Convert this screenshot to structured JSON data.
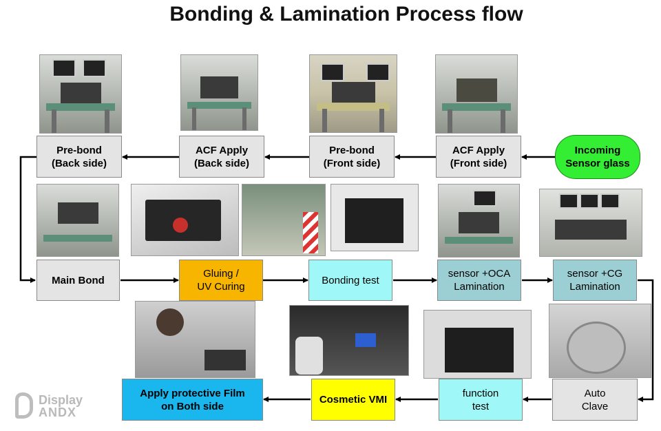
{
  "title": "Bonding & Lamination Process flow",
  "colors": {
    "gray": "#e4e4e4",
    "green": "#33ee33",
    "orange": "#f7b500",
    "cyan": "#9ff7f7",
    "teal": "#9bcfd3",
    "yellow": "#ffff00",
    "blue": "#1ab6ee"
  },
  "steps": {
    "incoming": "Incoming\nSensor glass",
    "acf_front": "ACF Apply\n(Front side)",
    "prebond_front": "Pre-bond\n(Front side)",
    "acf_back": "ACF Apply\n(Back side)",
    "prebond_back": "Pre-bond\n(Back side)",
    "main_bond": "Main Bond",
    "gluing": "Gluing /\nUV Curing",
    "bonding_test": "Bonding test",
    "sensor_oca": "sensor +OCA\nLamination",
    "sensor_cg": "sensor +CG\nLamination",
    "auto_clave": "Auto\nClave",
    "function_test": "function\ntest",
    "cosmetic_vmi": "Cosmetic VMI",
    "protective_film": "Apply protective Film\non Both side"
  },
  "logo": {
    "line1": "Display",
    "line2": "ANDX"
  }
}
